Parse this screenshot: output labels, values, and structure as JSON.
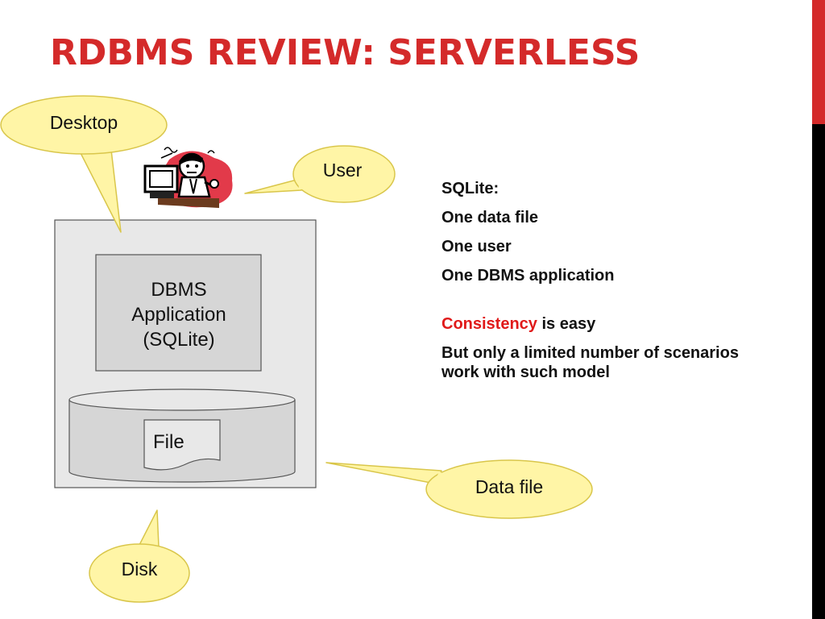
{
  "slide": {
    "title": "RDBMS REVIEW: SERVERLESS"
  },
  "colors": {
    "title": "#d42a2a",
    "sidebar_red": "#d42a2a",
    "sidebar_black": "#000000",
    "bubble_fill": "#fff5a6",
    "bubble_stroke": "#d9c64a",
    "accent": "#e01a1a"
  },
  "diagram": {
    "callouts": {
      "desktop": "Desktop",
      "user": "User",
      "data_file": "Data file",
      "disk": "Disk"
    },
    "dbms_box": {
      "line1": "DBMS",
      "line2": "Application",
      "line3": "(SQLite)"
    },
    "file_label": "File",
    "user_icon": "user-at-computer-icon"
  },
  "notes": {
    "heading": "SQLite:",
    "items": [
      "One data file",
      "One user",
      "One DBMS application"
    ],
    "consistency_word": "Consistency",
    "consistency_rest": " is easy",
    "limitation_line1": "But only a limited number of scenarios",
    "limitation_line2": "work with such model"
  }
}
